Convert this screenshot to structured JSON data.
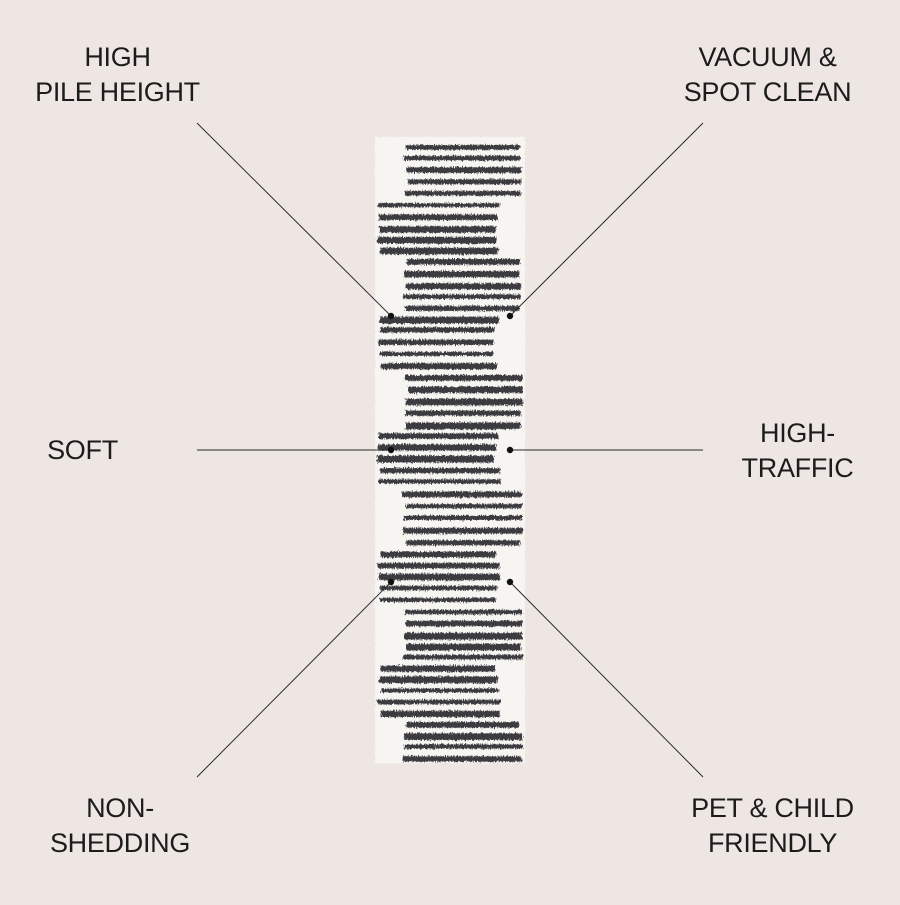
{
  "features": [
    {
      "id": "tl",
      "lines": [
        "HIGH",
        "PILE HEIGHT"
      ],
      "icon": "pile-height"
    },
    {
      "id": "tr",
      "lines": [
        "VACUUM &",
        "SPOT CLEAN"
      ],
      "icon": "cleaning"
    },
    {
      "id": "ml",
      "lines": [
        "SOFT"
      ],
      "icon": "softness"
    },
    {
      "id": "mr",
      "lines": [
        "HIGH-",
        "TRAFFIC"
      ],
      "icon": "traffic"
    },
    {
      "id": "bl",
      "lines": [
        "NON-",
        "SHEDDING"
      ],
      "icon": "non-shedding"
    },
    {
      "id": "br",
      "lines": [
        "PET & CHILD",
        "FRIENDLY"
      ],
      "icon": "pet-child"
    }
  ],
  "colors": {
    "background": "#eee6e2",
    "rug_base": "#f7f5f2",
    "rug_stripe": "#3a3b3f",
    "text": "#1c1c1c",
    "leader_line": "#2a2a2a"
  },
  "rug": {
    "pattern": "offset horizontal dark stripes on cream shag runner"
  }
}
